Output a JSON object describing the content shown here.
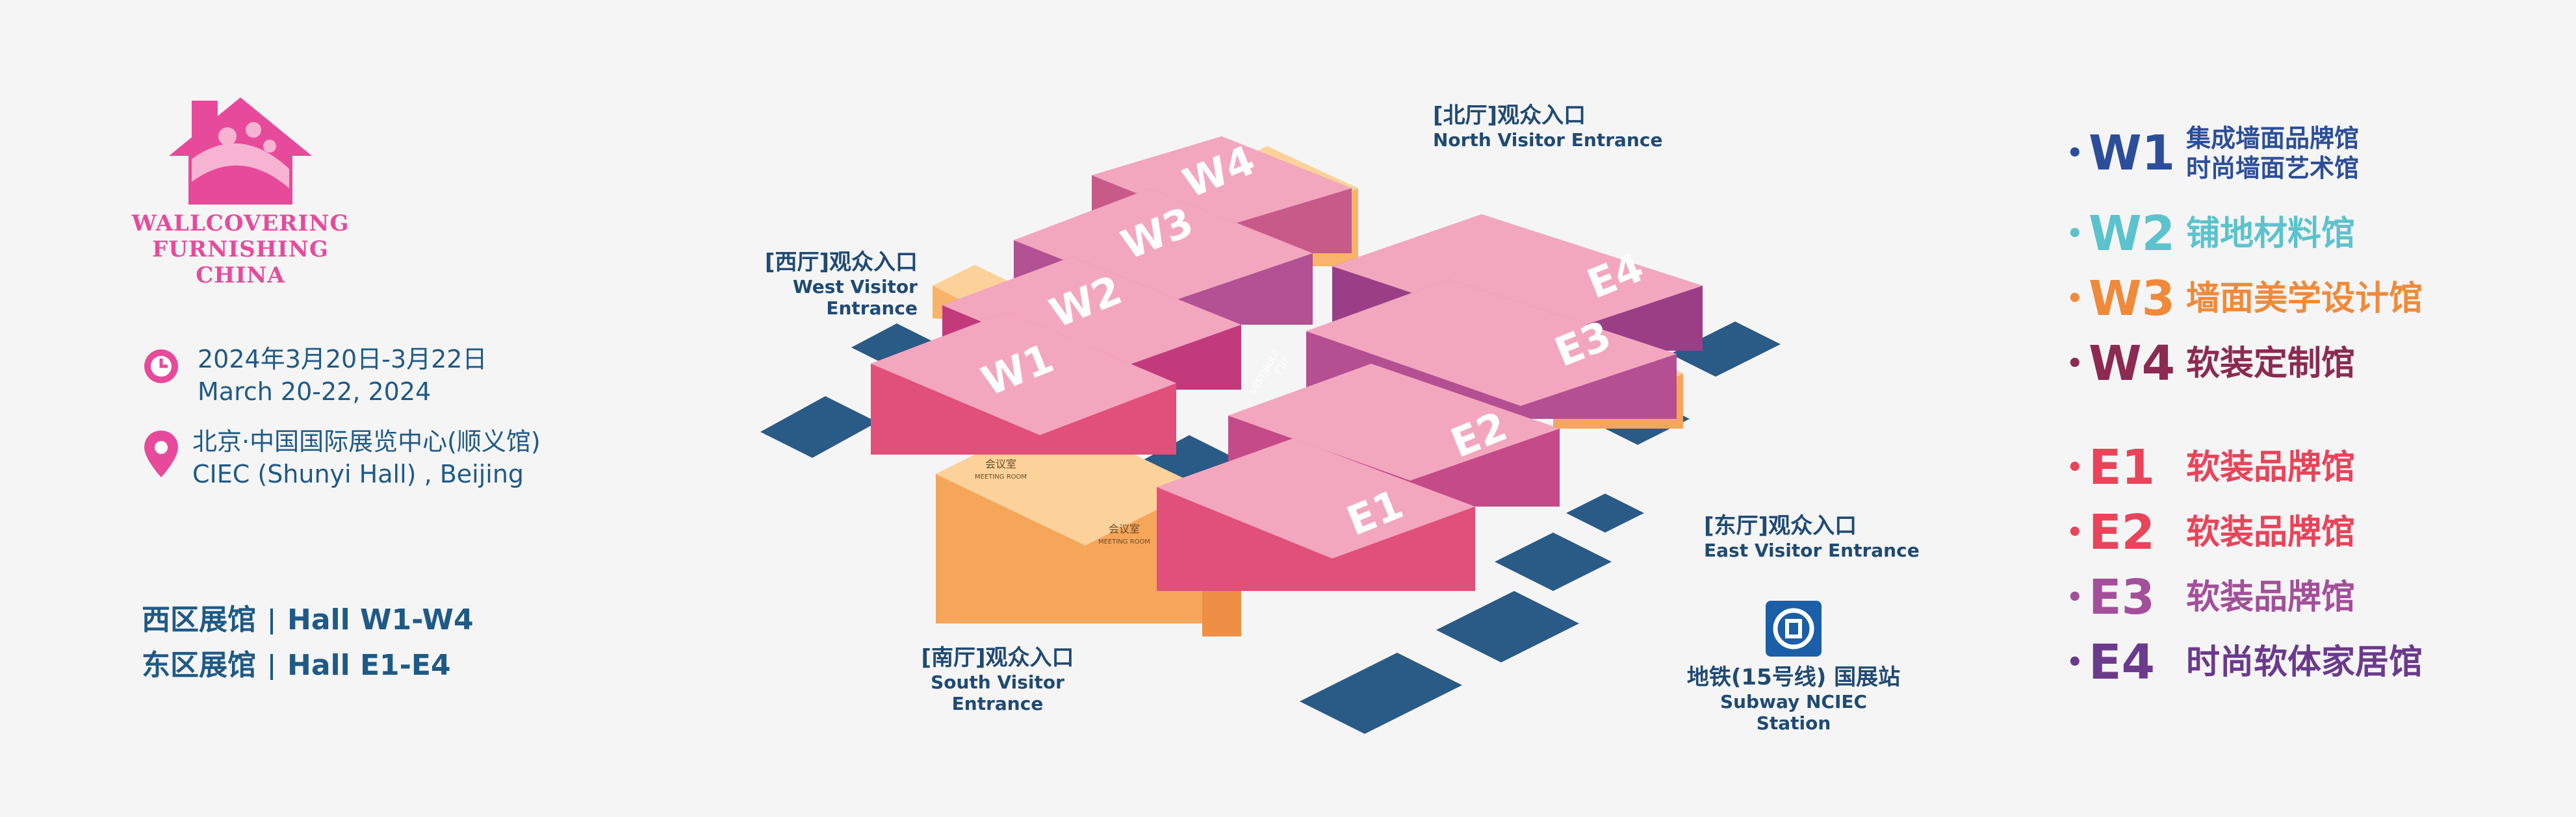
{
  "logo": {
    "line1": "WALLCOVERING",
    "line2": "FURNISHING CHINA"
  },
  "event": {
    "date_cn": "2024年3月20日-3月22日",
    "date_en": "March 20-22, 2024",
    "venue_cn": "北京·中国国际展览中心(顺义馆)",
    "venue_en": "CIEC (Shunyi Hall) , Beijing"
  },
  "zones": [
    {
      "cn": "西区展馆",
      "en": "Hall W1-W4"
    },
    {
      "cn": "东区展馆",
      "en": "Hall E1-E4"
    }
  ],
  "entrances": {
    "north": {
      "cn": "[北厅]观众入口",
      "en": "North Visitor Entrance"
    },
    "west": {
      "cn": "[西厅]观众入口",
      "en": "West Visitor Entrance"
    },
    "east": {
      "cn": "[东厅]观众入口",
      "en": "East Visitor Entrance"
    },
    "south": {
      "cn": "[南厅]观众入口",
      "en": "South Visitor Entrance"
    }
  },
  "subway": {
    "cn": "地铁(15号线) 国展站",
    "en": "Subway NCIEC Station"
  },
  "map": {
    "halls": [
      "W1",
      "W2",
      "W3",
      "W4",
      "E1",
      "E2",
      "E3",
      "E4"
    ],
    "meeting_room": "会议室",
    "meeting_room_en": "MEETING ROOM",
    "vestibule": "VESTIBULE",
    "vestibule_cn": "门厅"
  },
  "legend": [
    {
      "code": "W1",
      "desc": "集成墙面品牌馆",
      "desc2": "时尚墙面艺术馆",
      "color": "#2c4e9a"
    },
    {
      "code": "W2",
      "desc": "铺地材料馆",
      "color": "#5cc3cc"
    },
    {
      "code": "W3",
      "desc": "墙面美学设计馆",
      "color": "#ef8a3b"
    },
    {
      "code": "W4",
      "desc": "软装定制馆",
      "color": "#8c2a52"
    },
    {
      "code": "E1",
      "desc": "软装品牌馆",
      "color": "#e8445a"
    },
    {
      "code": "E2",
      "desc": "软装品牌馆",
      "color": "#e8445a"
    },
    {
      "code": "E3",
      "desc": "软装品牌馆",
      "color": "#a34f9a"
    },
    {
      "code": "E4",
      "desc": "时尚软体家居馆",
      "color": "#6b3a8c"
    }
  ]
}
